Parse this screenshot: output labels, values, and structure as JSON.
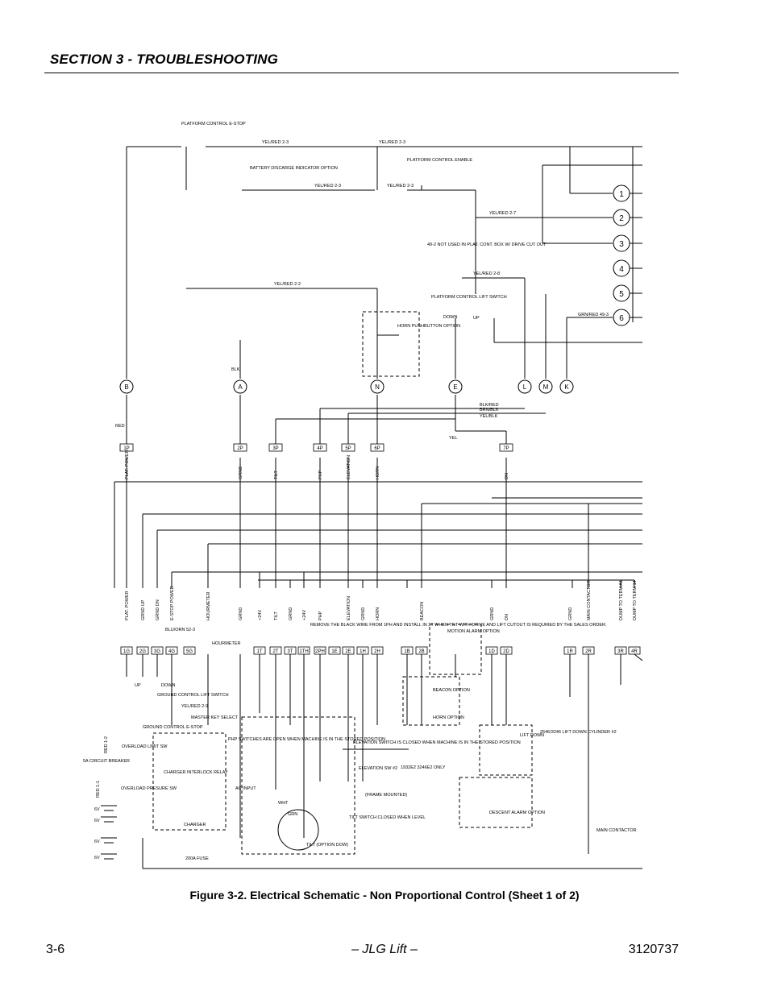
{
  "header": {
    "section_title": "SECTION 3 - TROUBLESHOOTING"
  },
  "schematic": {
    "top_labels": {
      "estop": "PLATFORM CONTROL E-STOP",
      "battery_indicator": "BATTERY DISCARGE INDICATOR OPTION",
      "enable": "PLATFORM CONTROL ENABLE",
      "yel_red_2_3": "YEL/RED 2-3",
      "yel_red_2_7": "YEL/RED 2-7",
      "yel_red_2_2": "YEL/RED 2-2",
      "yel_red_2_8": "YEL/RED 2-8",
      "note_49_2": "49-2 NOT USED IN PLAT. CONT. BOX W/ DRIVE CUT OUT",
      "lift_switch": "PLATFORM CONTROL LIFT SWITCH",
      "down": "DOWN",
      "up": "UP",
      "horn_option": "HORN PUSHBUTTON OPTION",
      "grn_red_49_3": "GRN/RED 49-3",
      "blk": "BLK",
      "red": "RED",
      "blk_red": "BLK/RED",
      "brn_blk": "BRN/BLK",
      "yel_blk": "YEL/BLK",
      "yel": "YEL"
    },
    "numbered_terminals": [
      "1",
      "2",
      "3",
      "4",
      "5",
      "6"
    ],
    "connectors": [
      "B",
      "A",
      "N",
      "E",
      "L",
      "M",
      "K"
    ],
    "plug_pins": [
      "1P",
      "2P",
      "3P",
      "4P",
      "5P",
      "6P",
      "7P"
    ],
    "mid_labels": [
      "PLAT. POWER",
      "GRND",
      "TILT",
      "PHP",
      "ELEVATION",
      "HORN",
      "DN"
    ],
    "bottom_bus_labels": [
      "PLAT. POWER",
      "GRND UP",
      "GRND DN",
      "E-STOP POWER",
      "HOURMETER",
      "GRND",
      "+24V",
      "TILT",
      "GRND",
      "+24V",
      "PHP",
      "ELEVATION",
      "GRND",
      "HORN",
      "BEACON",
      "GRND",
      "DN",
      "GRND",
      "MAIN CONTACTOR",
      "DUMP TO TERM A1",
      "DUMP TO TERM 14"
    ],
    "lower_pins": [
      "1G",
      "2G",
      "3G",
      "4G",
      "5G",
      "1T",
      "2T",
      "3T",
      "1TH",
      "2PH",
      "1E",
      "2E",
      "1H",
      "2H",
      "1B",
      "2B",
      "1D",
      "2D",
      "1R",
      "2R",
      "3R",
      "4R"
    ],
    "lower_labels": {
      "hourmeter": "HOURMETER",
      "blu_orn": "BLU/ORN 52-3",
      "remove_note": "REMOVE THE BLACK WIRE FROM 1PH AND INSTALL IN 2T WHEN TILT WITH DRIVE AND LIFT CUTOUT IS REQUIRED BY THE SALES ORDER.",
      "motion_alarm": "MOTION ALARM OPTION",
      "beacon_option": "BEACON OPTION",
      "horn_option": "HORN OPTION",
      "ground_lift_switch": "GROUND CONTROL LIFT SWITCH",
      "master_key": "MASTER KEY SELECT",
      "ground_estop": "GROUND CONTROL E-STOP",
      "overload_limit": "OVERLOAD LIMIT SW",
      "circuit_breaker": "5A CIRCUIT BREAKER",
      "overload_pressure": "OVERLOAD PRESURE SW",
      "charger_relay": "CHARGER INTERLOCK RELAY",
      "charger": "CHARGER",
      "ac_input": "AC INPUT",
      "php_switches": "PHP SWITCHES ARE OPEN WHEN MACHINE IS IN THE STORED POSITION",
      "elevation_note": "ELEVATION SWITCH IS CLOSED WHEN MACHINE IS IN THE STORED POSITION",
      "elevation_sw2": "ELEVATION SW #2",
      "frame_mounted": "(FRAME MOUNTED)",
      "only_note": "1932E2 3246E2 ONLY",
      "tilt_switch_note": "TILT SWITCH CLOSED WHEN LEVEL",
      "tilt_option": "TILT (OPTION DOW)",
      "lift_down": "LIFT DOWN",
      "cylinder": "2646/3246 LIFT DOWN CYLINDER #2",
      "descent_alarm": "DESCENT ALARM OPTION",
      "main_contactor": "MAIN CONTACTOR",
      "fuse": "200A FUSE",
      "battery_6v": "6V",
      "red_1": "RED 1-1",
      "red_2": "RED 1-2",
      "grn": "GRN",
      "wht": "WHT",
      "yel_red_2_9": "YEL/RED 2-9",
      "down_short": "DOWN",
      "up_short": "UP"
    }
  },
  "caption": "Figure 3-2.  Electrical Schematic - Non Proportional Control (Sheet 1 of 2)",
  "footer": {
    "page": "3-6",
    "center": "– JLG Lift –",
    "doc_number": "3120737"
  }
}
